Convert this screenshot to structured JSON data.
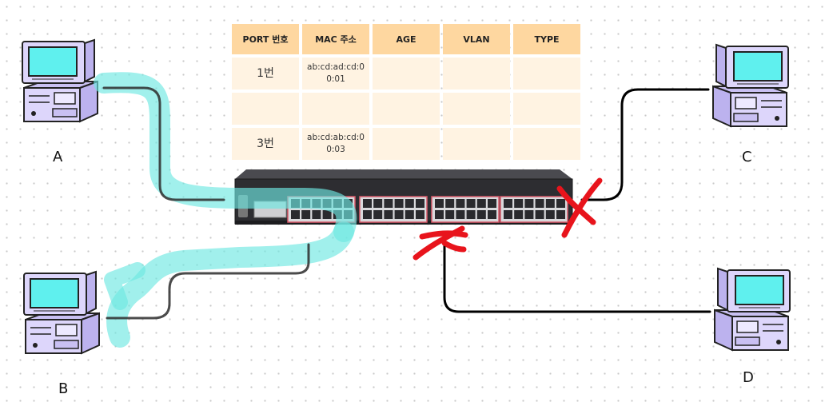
{
  "mac_table": {
    "headers": [
      "PORT 번호",
      "MAC 주소",
      "AGE",
      "VLAN",
      "TYPE"
    ],
    "rows": [
      {
        "port": "1번",
        "mac": "ab:cd:ad:cd:00:01",
        "age": "",
        "vlan": "",
        "type": ""
      },
      {
        "port": "",
        "mac": "",
        "age": "",
        "vlan": "",
        "type": ""
      },
      {
        "port": "3번",
        "mac": "ab:cd:ab:cd:00:03",
        "age": "",
        "vlan": "",
        "type": ""
      }
    ]
  },
  "computers": {
    "a": {
      "label": "A"
    },
    "b": {
      "label": "B"
    },
    "c": {
      "label": "C"
    },
    "d": {
      "label": "D"
    }
  },
  "colors": {
    "cable": "#000000",
    "flow_highlight": "#6ee8e2",
    "blocked_mark": "#e8141c",
    "table_header": "#fed7a0",
    "table_cell": "#fff3e2",
    "screen": "#5ff0ee",
    "pc_body": "#ddd6fb"
  }
}
